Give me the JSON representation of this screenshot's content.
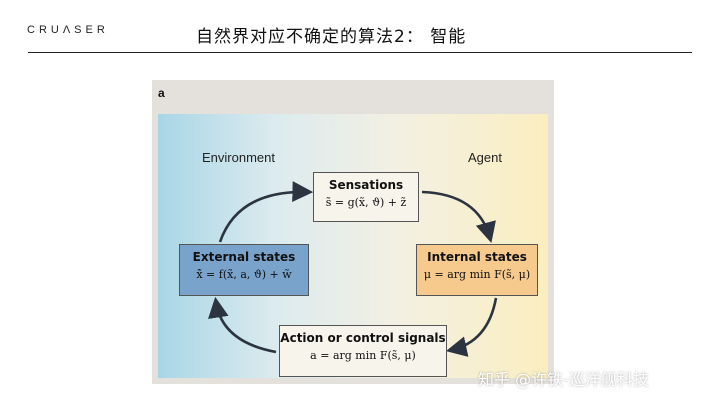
{
  "header": {
    "logo": "CRUΛSER",
    "title": "自然界对应不确定的算法2： 智能"
  },
  "figure": {
    "panel_letter": "a",
    "environment_label": "Environment",
    "agent_label": "Agent",
    "boxes": {
      "sensations": {
        "title": "Sensations",
        "equation": "s̃ = g(x̃, ϑ) + z̃"
      },
      "external": {
        "title": "External states",
        "equation": "x̃̇ = f(x̃, a, ϑ) + w̃"
      },
      "internal": {
        "title": "Internal states",
        "equation": "μ = arg min F(s̃, μ)"
      },
      "action": {
        "title": "Action or control signals",
        "equation": "a = arg min F(s̃, μ)"
      }
    },
    "colors": {
      "external_box": "#7aa3cc",
      "internal_box": "#f6c98c",
      "neutral_box": "#f7f4ec",
      "arrow": "#2b3440"
    }
  },
  "watermark": "知乎 @许铁-巡洋舰科技"
}
